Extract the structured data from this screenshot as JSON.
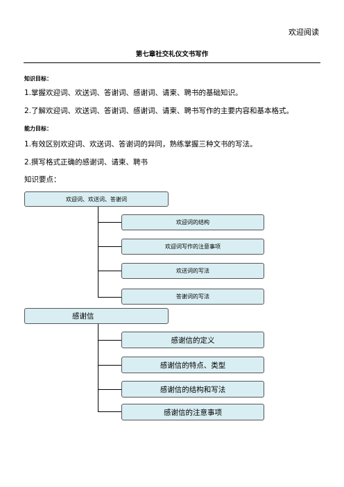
{
  "header": {
    "right_text": "欢迎阅读"
  },
  "doc": {
    "title": "第七章社交礼仪文书写作"
  },
  "knowledge": {
    "label": "知识目标：",
    "items": [
      "1.掌握欢迎词、欢送词、答谢词、感谢词、请柬、聘书的基础知识。",
      "2.了解欢迎词、欢送词、答谢词、感谢词、请柬、聘书写作的主要内容和基本格式。"
    ]
  },
  "ability": {
    "label": "能力目标：",
    "items": [
      "1.有效区别欢迎词、欢送词、答谢词的异同，熟练掌握三种文书的写法。",
      "2.撰写格式正确的感谢词、请柬、聘书"
    ]
  },
  "key_points": {
    "label": "知识要点："
  },
  "diagram1": {
    "parent": "欢迎词、欢送词、答谢词",
    "children": [
      "欢迎词的结构",
      "欢迎词写作的注意事项",
      "欢送词的写法",
      "答谢词的写法"
    ]
  },
  "diagram2": {
    "parent": "感谢信",
    "children": [
      "感谢信的定义",
      "感谢信的特点、类型",
      "感谢信的结构和写法",
      "感谢信的注意事项"
    ]
  },
  "colors": {
    "box_fill": "#d9eef2",
    "box_border": "#555555"
  }
}
